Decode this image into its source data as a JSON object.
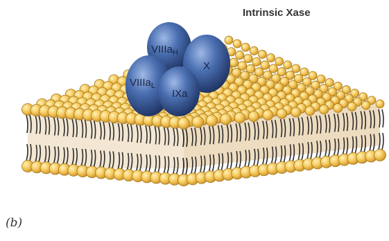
{
  "title": "Intrinsic Xase",
  "panel_label": "(b)",
  "proteins": [
    {
      "main": "VIIIa",
      "sub": "H"
    },
    {
      "main": "X",
      "sub": ""
    },
    {
      "main": "VIIIa",
      "sub": "L"
    },
    {
      "main": "IXa",
      "sub": ""
    }
  ],
  "colors": {
    "lipid_head": "#f4c558",
    "lipid_outline": "#a67a1c",
    "tail": "#2b2b2b",
    "membrane_core": "#f3e7d3",
    "protein": "#4a6fb0",
    "protein_dark": "#23386d"
  }
}
